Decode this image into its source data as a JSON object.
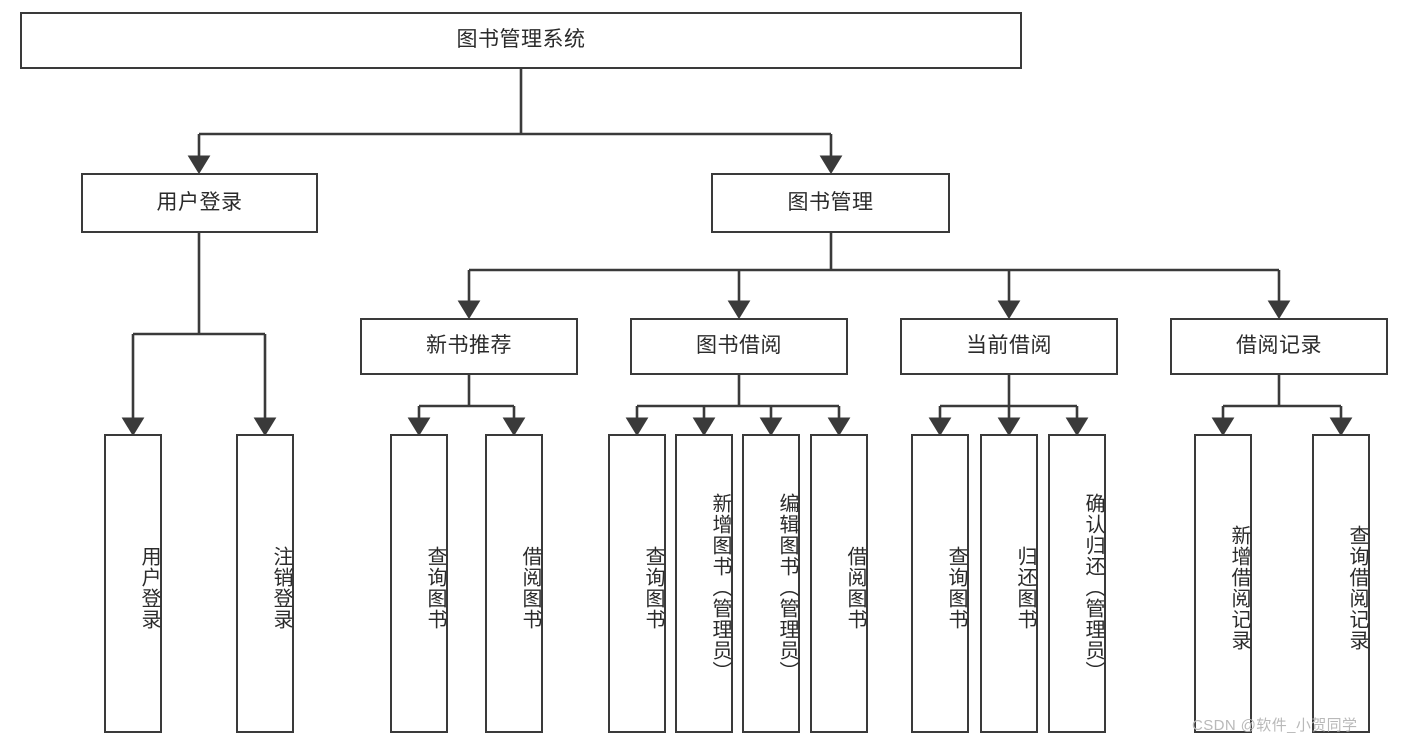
{
  "diagram": {
    "type": "tree",
    "title": "图书管理系统",
    "root": {
      "id": "root",
      "label": "图书管理系统"
    },
    "level2": [
      {
        "id": "user-login",
        "label": "用户登录"
      },
      {
        "id": "book-manage",
        "label": "图书管理"
      }
    ],
    "level3": [
      {
        "id": "new-book-recommend",
        "label": "新书推荐"
      },
      {
        "id": "book-borrow",
        "label": "图书借阅"
      },
      {
        "id": "current-borrow",
        "label": "当前借阅"
      },
      {
        "id": "borrow-record",
        "label": "借阅记录"
      }
    ],
    "leaves": {
      "user_login": [
        {
          "id": "leaf-user-login",
          "label": "用户登录"
        },
        {
          "id": "leaf-logout-login",
          "label": "注销登录"
        }
      ],
      "new_book_recommend": [
        {
          "id": "leaf-query-book-1",
          "label": "查询图书"
        },
        {
          "id": "leaf-borrow-book-1",
          "label": "借阅图书"
        }
      ],
      "book_borrow": [
        {
          "id": "leaf-query-book-2",
          "label": "查询图书"
        },
        {
          "id": "leaf-add-book",
          "label": "新增图书（管理员）"
        },
        {
          "id": "leaf-edit-book",
          "label": "编辑图书（管理员）"
        },
        {
          "id": "leaf-borrow-book-2",
          "label": "借阅图书"
        }
      ],
      "current_borrow": [
        {
          "id": "leaf-query-book-3",
          "label": "查询图书"
        },
        {
          "id": "leaf-return-book",
          "label": "归还图书"
        },
        {
          "id": "leaf-confirm-return",
          "label": "确认归还（管理员）"
        }
      ],
      "borrow_record": [
        {
          "id": "leaf-add-record",
          "label": "新增借阅记录"
        },
        {
          "id": "leaf-query-record",
          "label": "查询借阅记录"
        }
      ]
    },
    "colors": {
      "stroke": "#3a3a3a",
      "text": "#2b2b2b",
      "background": "#ffffff",
      "watermark": "#b9b9b9"
    }
  },
  "watermark": {
    "text": "CSDN @软件_小贺同学"
  }
}
